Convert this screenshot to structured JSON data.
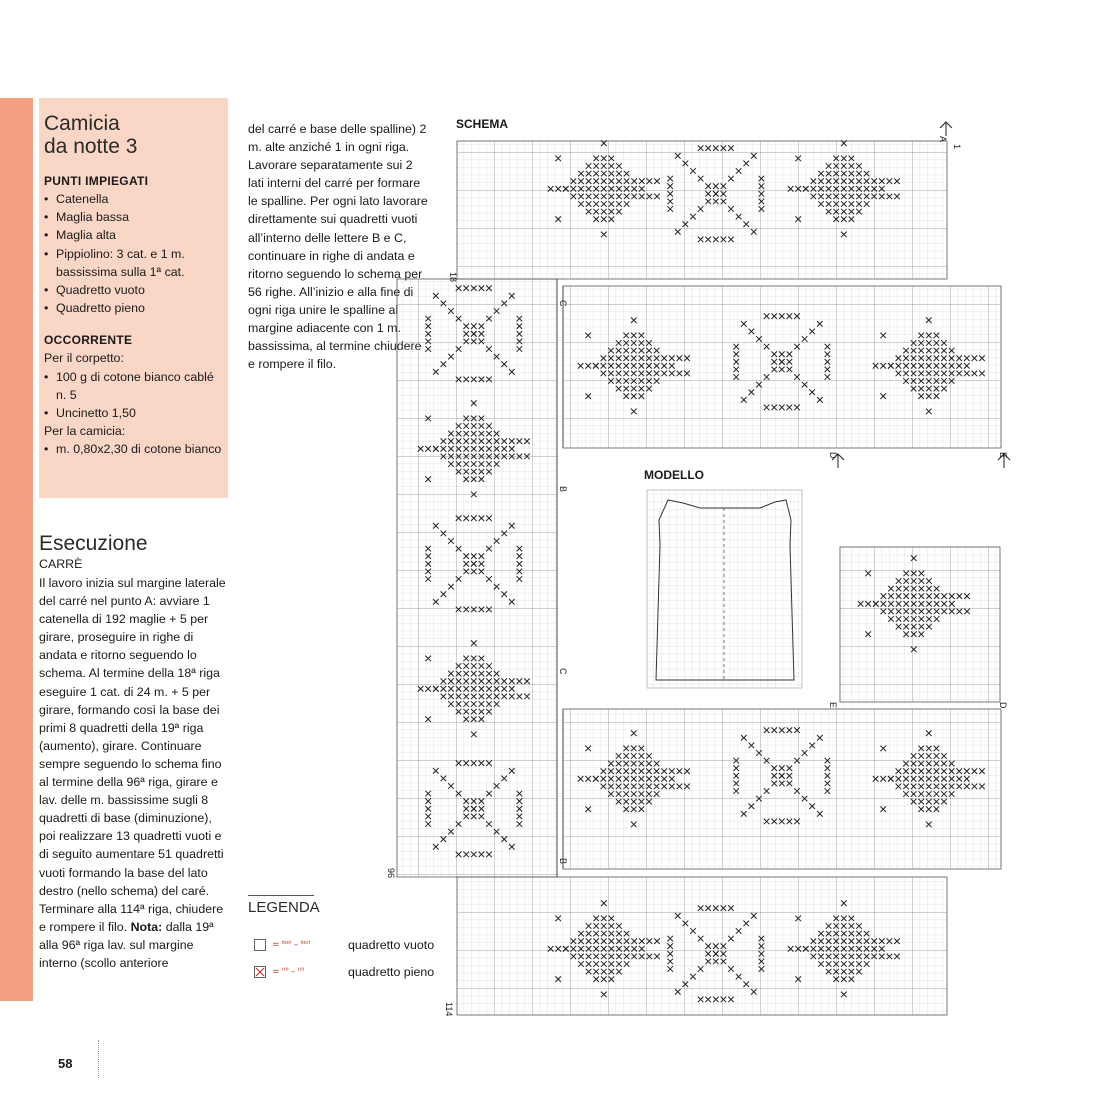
{
  "title": "Camicia da notte 3",
  "title_lines": [
    "Camicia",
    "da notte 3"
  ],
  "punti": {
    "heading": "PUNTI IMPIEGATI",
    "items": [
      "Catenella",
      "Maglia bassa",
      "Maglia alta",
      "Pippiolino: 3 cat. e 1 m. bassissima sulla 1ª cat.",
      "Quadretto vuoto",
      "Quadretto pieno"
    ]
  },
  "occorrente": {
    "heading": "OCCORRENTE",
    "corpetto_label": "Per il corpetto:",
    "corpetto_items": [
      "100 g di cotone bianco cablé n. 5",
      "Uncinetto 1,50"
    ],
    "camicia_label": "Per la camicia:",
    "camicia_items": [
      "m. 0,80x2,30 di cotone bianco"
    ]
  },
  "esecuzione": {
    "heading": "Esecuzione",
    "subheading": "CARRÈ",
    "paragraph": "Il lavoro inizia sul margine laterale del carré nel punto A: avviare 1 catenella di 192 maglie + 5 per girare, proseguire in righe di andata e ritorno seguendo lo schema. Al termine della 18ª riga eseguire 1 cat. di 24 m. + 5 per girare, formando così la base dei primi 8 quadretti della 19ª riga (aumento), girare. Continuare sempre seguendo lo schema fino al termine della 96ª riga, girare e lav. delle m. bassissime sugli 8 quadretti di base (diminuzione), poi realizzare 13 quadretti vuoti e di seguito aumentare 51 quadretti vuoti formando la base del lato destro (nello schema) del caré. Terminare alla 114ª riga, chiudere e rompere il filo.",
    "note_label": "Nota:",
    "note_text": "dalla 19ª alla 96ª riga lav. sul margine interno (scollo anteriore del carré e base delle spalline) 2 m. alte anziché 1 in ogni riga. Lavorare separatamente sui 2 lati interni del carré per formare le spalline. Per ogni lato lavorare direttamente sui quadretti vuoti all’interno delle lettere B e C, continuare in righe di andata e ritorno seguendo lo schema per 56 righe. All’inizio e alla fine di ogni riga unire le spalline al margine adiacente con 1 m. bassissima, al termine chiudere e rompere il filo."
  },
  "schema": {
    "label": "SCHEMA",
    "letters": {
      "a": "A",
      "b": "B",
      "c": "C",
      "d": "D",
      "e": "E"
    },
    "row_numbers": {
      "r1": "1",
      "r18": "18",
      "r96": "96",
      "r114": "114"
    }
  },
  "modello": {
    "label": "MODELLO"
  },
  "legenda": {
    "heading": "LEGENDA",
    "items": [
      {
        "label": "quadretto vuoto",
        "symbol": "= ꜝᵒᵒꜝ – ꜝᵒᵒꜝ"
      },
      {
        "label": "quadretto pieno",
        "symbol": "= ꜝꜝꜝꜝ – ꜝꜝꜝꜝ"
      }
    ]
  },
  "page_number": "58",
  "colors": {
    "accent": "#f4a083",
    "panel": "#f9d6c6",
    "legend_symbol": "#c0392b",
    "grid": "#bbbbbb"
  }
}
